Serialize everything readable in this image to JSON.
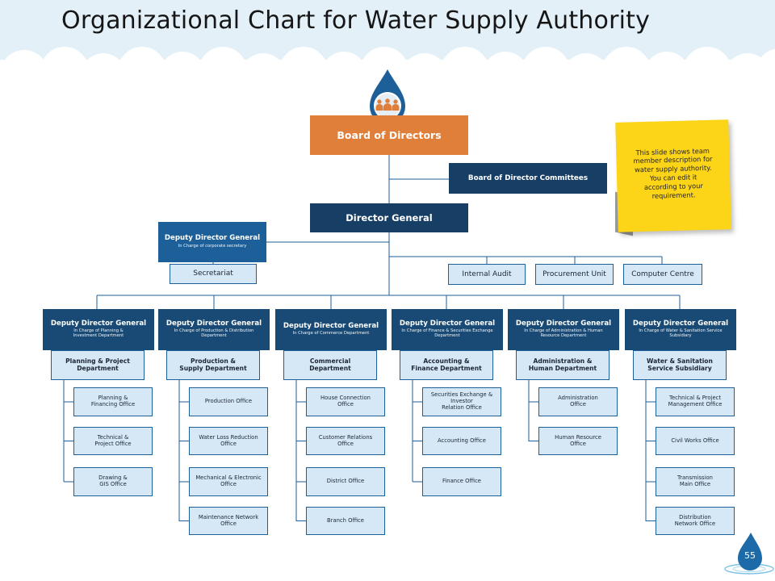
{
  "title": "Organizational Chart for Water Supply Authority",
  "board": "Board of Directors",
  "board_committees": "Board of Director Committees",
  "director_general": "Director General",
  "deputy_corporate": {
    "title": "Deputy Director General",
    "subtitle": "In Charge of corporate secretary",
    "unit": "Secretariat"
  },
  "units": [
    "Internal Audit",
    "Procurement Unit",
    "Computer Centre"
  ],
  "columns": [
    {
      "title": "Deputy Director General",
      "subtitle": "In Charge of Planning &\nInvestment Department",
      "department": "Planning & Project\nDepartment",
      "offices": [
        "Planning &\nFinancing Office",
        "Technical &\nProject Office",
        "Drawing &\nGIS Office"
      ]
    },
    {
      "title": "Deputy Director General",
      "subtitle": "In Charge of Production & Distribution\nDepartment",
      "department": "Production &\nSupply Department",
      "offices": [
        "Production Office",
        "Water Loss Reduction\nOffice",
        "Mechanical & Electronic\nOffice",
        "Maintenance Network\nOffice"
      ]
    },
    {
      "title": "Deputy Director General",
      "subtitle": "In Charge of Commerce Department",
      "department": "Commercial\nDepartment",
      "offices": [
        "House Connection\nOffice",
        "Customer Relations\nOffice",
        "District Office",
        "Branch Office"
      ]
    },
    {
      "title": "Deputy Director General",
      "subtitle": "In Charge of Finance & Securities Exchange\nDepartment",
      "department": "Accounting &\nFinance Department",
      "offices": [
        "Securities Exchange & Investor\nRelation Office",
        "Accounting Office",
        "Finance Office"
      ]
    },
    {
      "title": "Deputy Director General",
      "subtitle": "In Charge of Administration & Human\nResource Department",
      "department": "Administration &\nHuman Department",
      "offices": [
        "Administration\nOffice",
        "Human Resource\nOffice"
      ]
    },
    {
      "title": "Deputy Director General",
      "subtitle": "In Charge of Water & Sanitation Service\nSubsidiary",
      "department": "Water & Sanitation\nService Subsidiary",
      "offices": [
        "Technical & Project\nManagement Office",
        "Civil Works Office",
        "Transmission\nMain Office",
        "Distribution\nNetwork Office"
      ]
    }
  ],
  "note": "This slide shows team\nmember description for\nwater supply authority.\nYou can edit it\naccording to your\nrequirement.",
  "page_number": "55",
  "icons": {
    "top_drop": "people-group-icon",
    "corner_drop": "water-drop-icon"
  },
  "colors": {
    "orange": "#df7f3a",
    "navy": "#173f66",
    "blue": "#1d5f98",
    "light_fill": "#d6e7f6",
    "note": "#fcd418"
  }
}
